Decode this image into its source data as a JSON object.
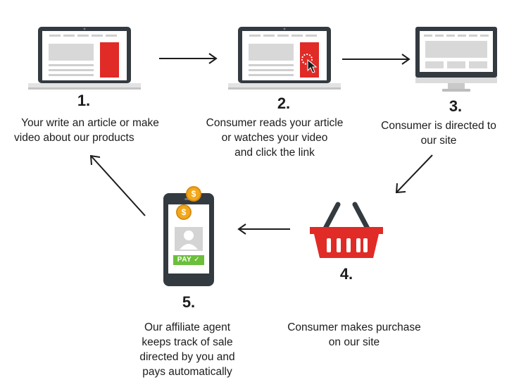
{
  "steps": [
    {
      "number": "1.",
      "lines": [
        "Your write an article or make",
        "video about our products"
      ]
    },
    {
      "number": "2.",
      "lines": [
        "Consumer reads your article",
        "or watches your video",
        "and click the link"
      ]
    },
    {
      "number": "3.",
      "lines": [
        "Consumer is directed to",
        "our site"
      ]
    },
    {
      "number": "4.",
      "lines": [
        "Consumer makes purchase",
        "on our site"
      ]
    },
    {
      "number": "5.",
      "lines": [
        "Our affiliate agent",
        "keeps track of sale",
        "directed by you and",
        "pays automatically"
      ]
    }
  ],
  "phone": {
    "pay_label": "PAY ✓",
    "coin_symbol": "$"
  },
  "colors": {
    "accent_red": "#e02b27",
    "dark": "#333a40",
    "gold": "#f2a81d",
    "green": "#6bbf3a"
  }
}
